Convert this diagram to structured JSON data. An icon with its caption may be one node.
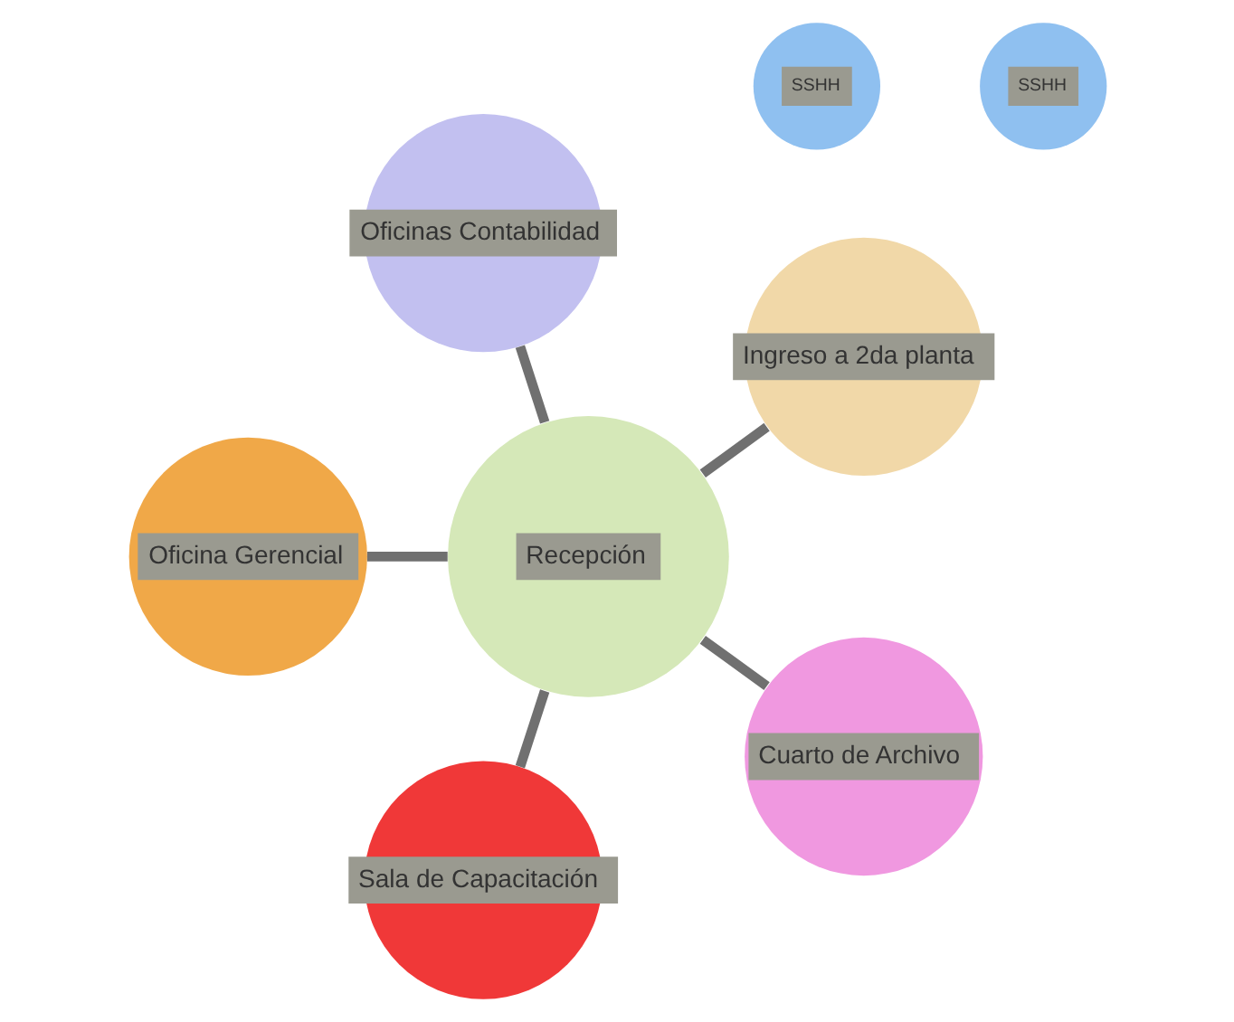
{
  "diagram": {
    "nodes": [
      {
        "text": [
          "Recepción"
        ]
      },
      {
        "text": [
          "Ingreso a 2da planta"
        ]
      },
      {
        "text": [
          "SSHH"
        ]
      },
      {
        "text": [
          "Oficinas Contabilidad"
        ]
      },
      {
        "text": [
          "Oficina Gerencial"
        ]
      },
      {
        "text": [
          "SSHH"
        ]
      },
      {
        "text": [
          "Sala de Capacitación"
        ]
      },
      {
        "text": [
          "Cuarto de Archivo"
        ]
      }
    ],
    "edges": [
      {
        "from": 0,
        "to": 1,
        "arrow": "none"
      },
      {
        "from": 0,
        "to": 3,
        "arrow": "none"
      },
      {
        "from": 0,
        "to": 4,
        "arrow": "none"
      },
      {
        "from": 0,
        "to": 6,
        "arrow": "none"
      },
      {
        "from": 0,
        "to": 7,
        "arrow": "none"
      }
    ]
  }
}
